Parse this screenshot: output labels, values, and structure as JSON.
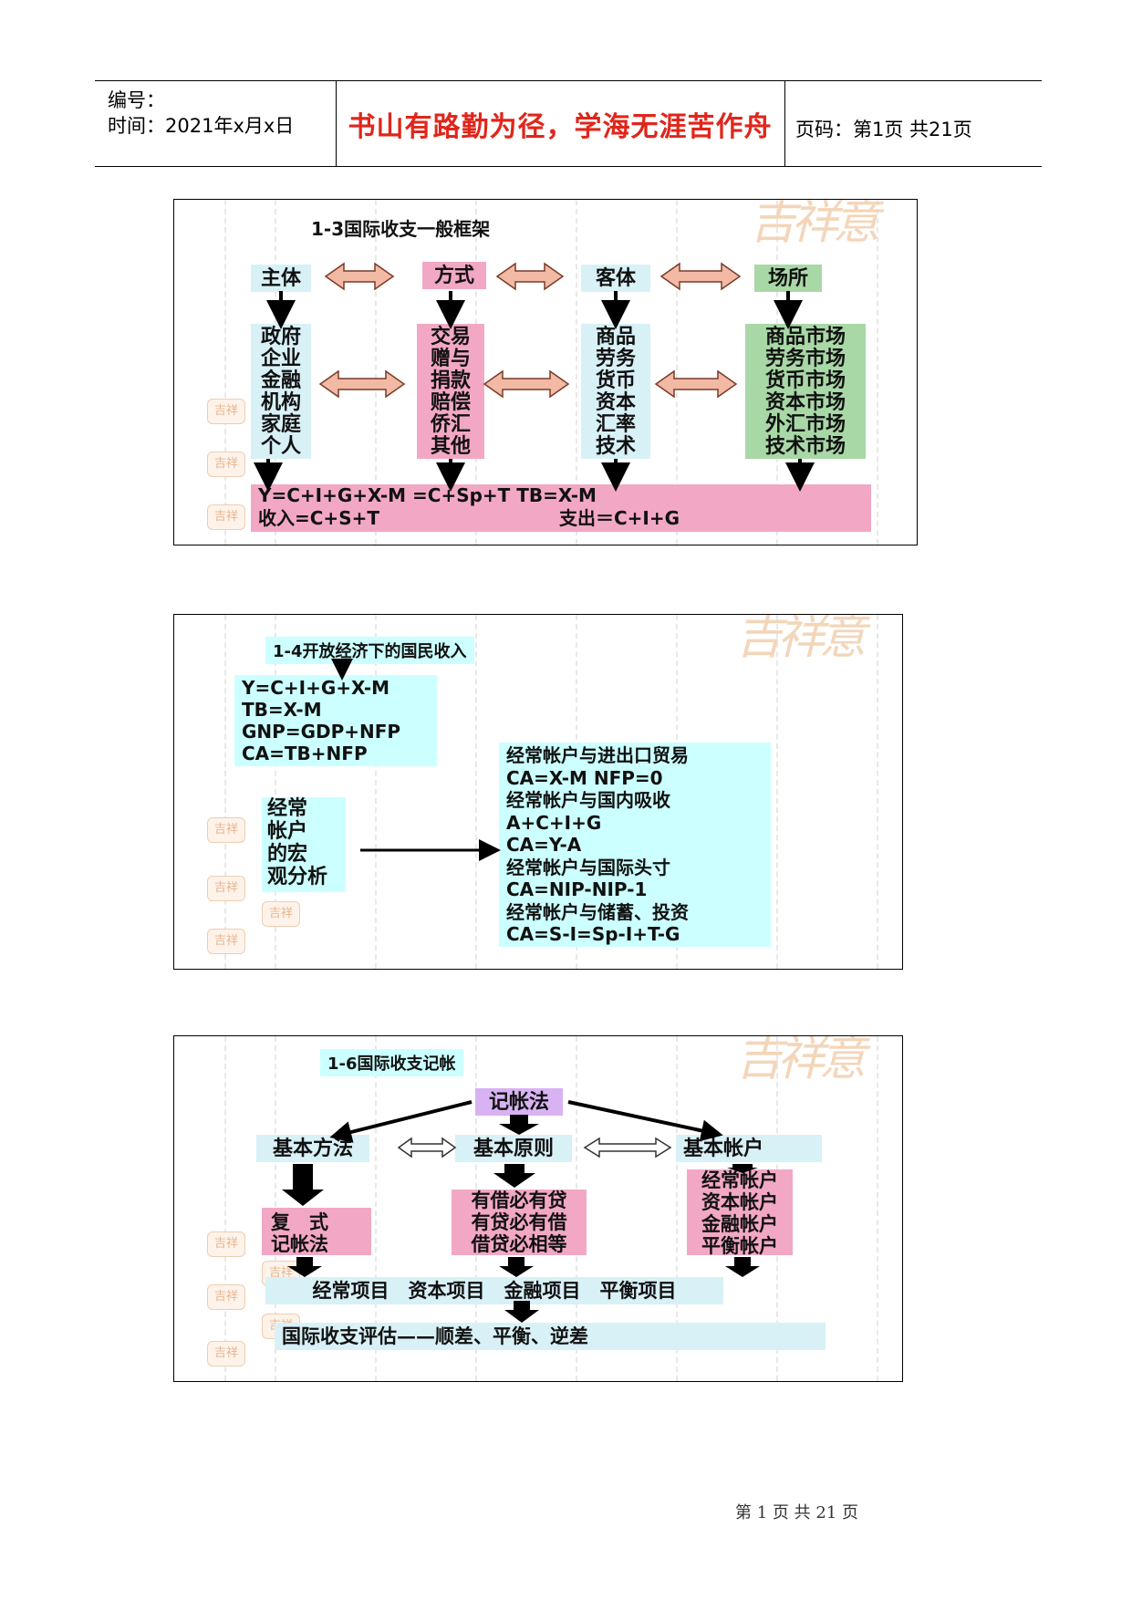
{
  "header": {
    "code_label": "编号：",
    "time_label": "时间：2021年x月x日",
    "motto": "书山有路勤为径，学海无涯苦作舟",
    "page_label": "页码：第1页  共21页"
  },
  "watermark": {
    "text": "吉祥意",
    "seal": "吉祥"
  },
  "slide1": {
    "title": "1-3国际收支一般框架",
    "headers": [
      "主体",
      "方式",
      "客体",
      "场所"
    ],
    "columns": [
      "政府\n企业\n金融\n机构\n家庭\n个人",
      "交易\n赠与\n捐款\n赔偿\n侨汇\n其他",
      "商品\n劳务\n货币\n资本\n汇率\n技术",
      "商品市场\n劳务市场\n货币市场\n资本市场\n外汇市场\n技术市场"
    ],
    "formula_line1": "Y=C+I+G+X-M  =C+Sp+T      TB=X-M",
    "formula_income": "收入=C+S+T",
    "formula_expense": "支出＝C+I+G"
  },
  "slide2": {
    "title": "1-4开放经济下的国民收入",
    "formulas": [
      "Y=C+I+G+X-M",
      "TB=X-M",
      "GNP=GDP+NFP",
      "CA=TB+NFP"
    ],
    "macro_label": "经常\n帐户\n的宏\n观分析",
    "analysis": [
      "经常帐户与进出口贸易",
      "CA=X-M     NFP=0",
      "经常帐户与国内吸收",
      "A+C+I+G",
      "CA=Y-A",
      "经常帐户与国际头寸",
      "CA=NIP-NIP-1",
      "经常帐户与储蓄、投资",
      "CA=S-I=Sp-I+T-G"
    ]
  },
  "slide3": {
    "title": "1-6国际收支记帐",
    "root": "记帐法",
    "branches": [
      "基本方法",
      "基本原则",
      "基本帐户"
    ],
    "method_detail": "复　式\n记帐法",
    "principle_detail": "有借必有贷\n有贷必有借\n借贷必相等",
    "account_detail": "经常帐户\n资本帐户\n金融帐户\n平衡帐户",
    "items": "经常项目　资本项目　金融项目　平衡项目",
    "evaluation": "国际收支评估——顺差、平衡、逆差"
  },
  "footer": "第 1 页 共 21 页"
}
